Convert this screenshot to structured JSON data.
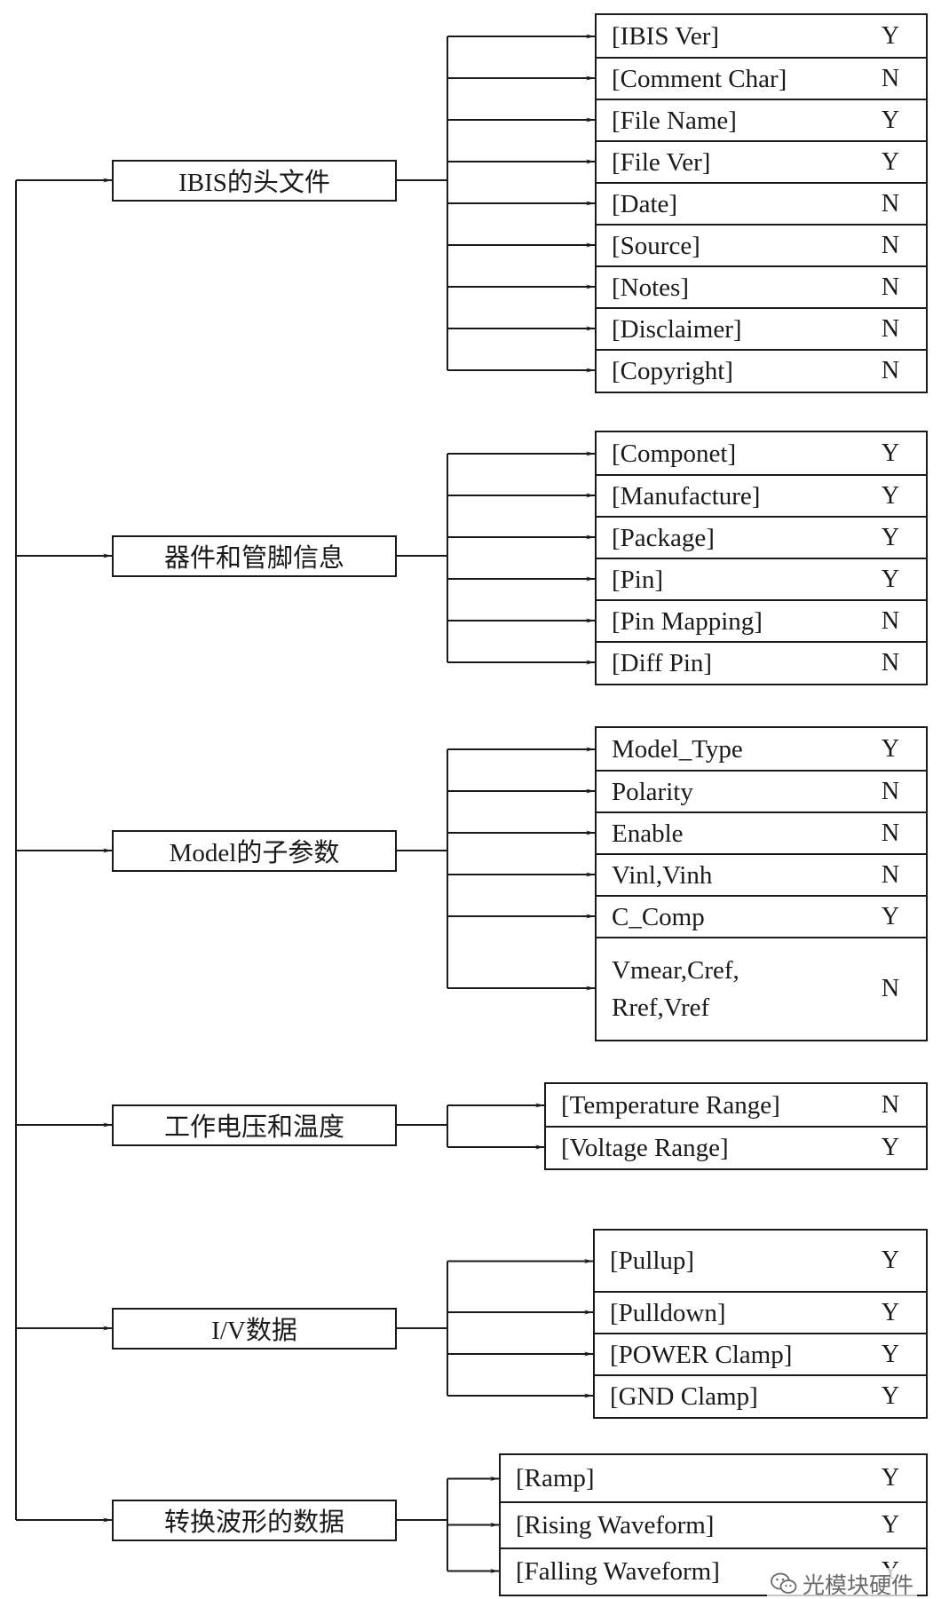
{
  "diagram": {
    "categories": [
      {
        "label": "IBIS的头文件",
        "items": [
          {
            "label": "[IBIS Ver]",
            "flag": "Y"
          },
          {
            "label": "[Comment Char]",
            "flag": "N"
          },
          {
            "label": "[File Name]",
            "flag": "Y"
          },
          {
            "label": "[File Ver]",
            "flag": "Y"
          },
          {
            "label": "[Date]",
            "flag": "N"
          },
          {
            "label": "[Source]",
            "flag": "N"
          },
          {
            "label": "[Notes]",
            "flag": "N"
          },
          {
            "label": "[Disclaimer]",
            "flag": "N"
          },
          {
            "label": "[Copyright]",
            "flag": "N"
          }
        ]
      },
      {
        "label": "器件和管脚信息",
        "items": [
          {
            "label": "[Componet]",
            "flag": "Y"
          },
          {
            "label": "[Manufacture]",
            "flag": "Y"
          },
          {
            "label": "[Package]",
            "flag": "Y"
          },
          {
            "label": "[Pin]",
            "flag": "Y"
          },
          {
            "label": "[Pin Mapping]",
            "flag": "N"
          },
          {
            "label": "[Diff Pin]",
            "flag": "N"
          }
        ]
      },
      {
        "label": "Model的子参数",
        "items": [
          {
            "label": "Model_Type",
            "flag": "Y"
          },
          {
            "label": "Polarity",
            "flag": "N"
          },
          {
            "label": "Enable",
            "flag": "N"
          },
          {
            "label": "Vinl,Vinh",
            "flag": "N"
          },
          {
            "label": "C_Comp",
            "flag": "Y"
          },
          {
            "label": "Vmear,Cref,\nRref,Vref",
            "flag": "N"
          }
        ]
      },
      {
        "label": "工作电压和温度",
        "items": [
          {
            "label": "[Temperature Range]",
            "flag": "N"
          },
          {
            "label": "[Voltage Range]",
            "flag": "Y"
          }
        ]
      },
      {
        "label": "I/V数据",
        "items": [
          {
            "label": "[Pullup]",
            "flag": "Y"
          },
          {
            "label": "[Pulldown]",
            "flag": "Y"
          },
          {
            "label": "[POWER Clamp]",
            "flag": "Y"
          },
          {
            "label": "[GND Clamp]",
            "flag": "Y"
          }
        ]
      },
      {
        "label": "转换波形的数据",
        "items": [
          {
            "label": "[Ramp]",
            "flag": "Y"
          },
          {
            "label": "[Rising Waveform]",
            "flag": "Y"
          },
          {
            "label": "[Falling Waveform]",
            "flag": "Y"
          }
        ]
      }
    ]
  },
  "watermark": {
    "text": "光模块硬件",
    "icon": "wechat-icon"
  }
}
